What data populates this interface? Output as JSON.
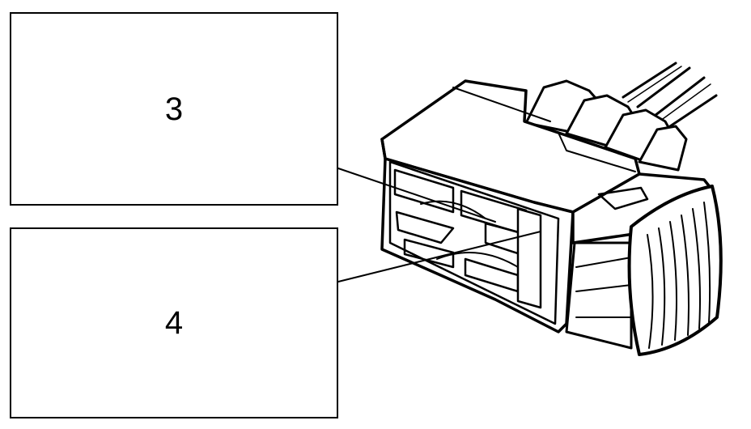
{
  "callouts": [
    {
      "id": "3",
      "label": "3"
    },
    {
      "id": "4",
      "label": "4"
    }
  ],
  "colors": {
    "ink": "#000000",
    "paper": "#ffffff"
  }
}
